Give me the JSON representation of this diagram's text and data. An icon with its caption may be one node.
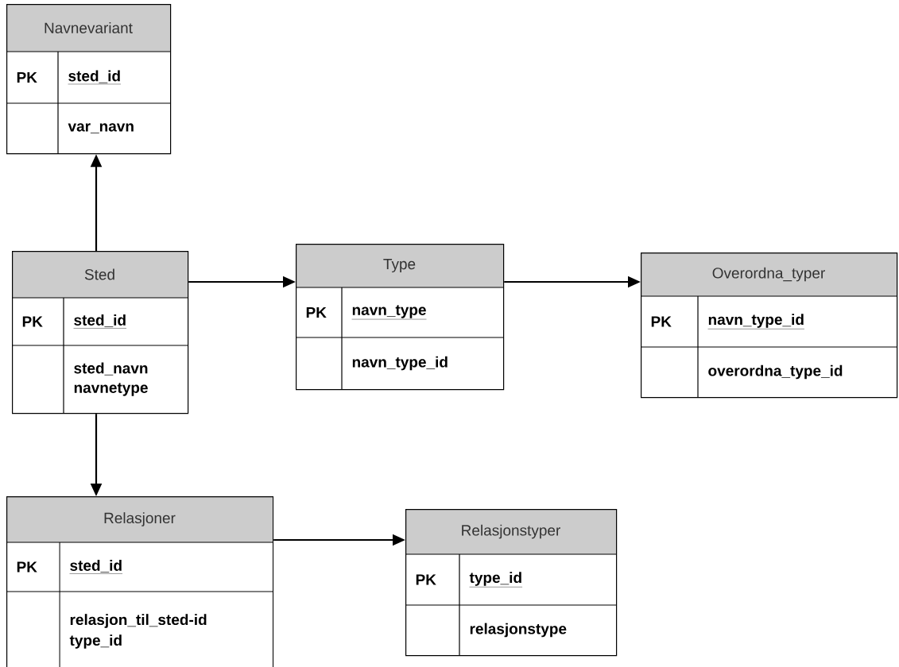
{
  "diagram": {
    "nodes": [
      {
        "text": [
          "Navnevariant",
          "PK",
          "sted_id",
          "var_navn"
        ]
      },
      {
        "text": [
          "Sted",
          "PK",
          "sted_id",
          "sted_navn",
          "navnetype"
        ]
      },
      {
        "text": [
          "Type",
          "PK",
          "navn_type",
          "navn_type_id"
        ]
      },
      {
        "text": [
          "Overordna_typer",
          "PK",
          "navn_type_id",
          "overordna_type_id"
        ]
      },
      {
        "text": [
          "Relasjoner",
          "PK",
          "sted_id",
          "relasjon_til_sted-id",
          "type_id"
        ]
      },
      {
        "text": [
          "Relasjonstyper",
          "PK",
          "type_id",
          "relasjonstype"
        ]
      }
    ],
    "edges": [
      {
        "from": 1,
        "to": 0,
        "arrow": "to"
      },
      {
        "from": 1,
        "to": 2,
        "arrow": "to"
      },
      {
        "from": 2,
        "to": 3,
        "arrow": "to"
      },
      {
        "from": 1,
        "to": 4,
        "arrow": "to"
      },
      {
        "from": 4,
        "to": 5,
        "arrow": "to"
      }
    ]
  }
}
